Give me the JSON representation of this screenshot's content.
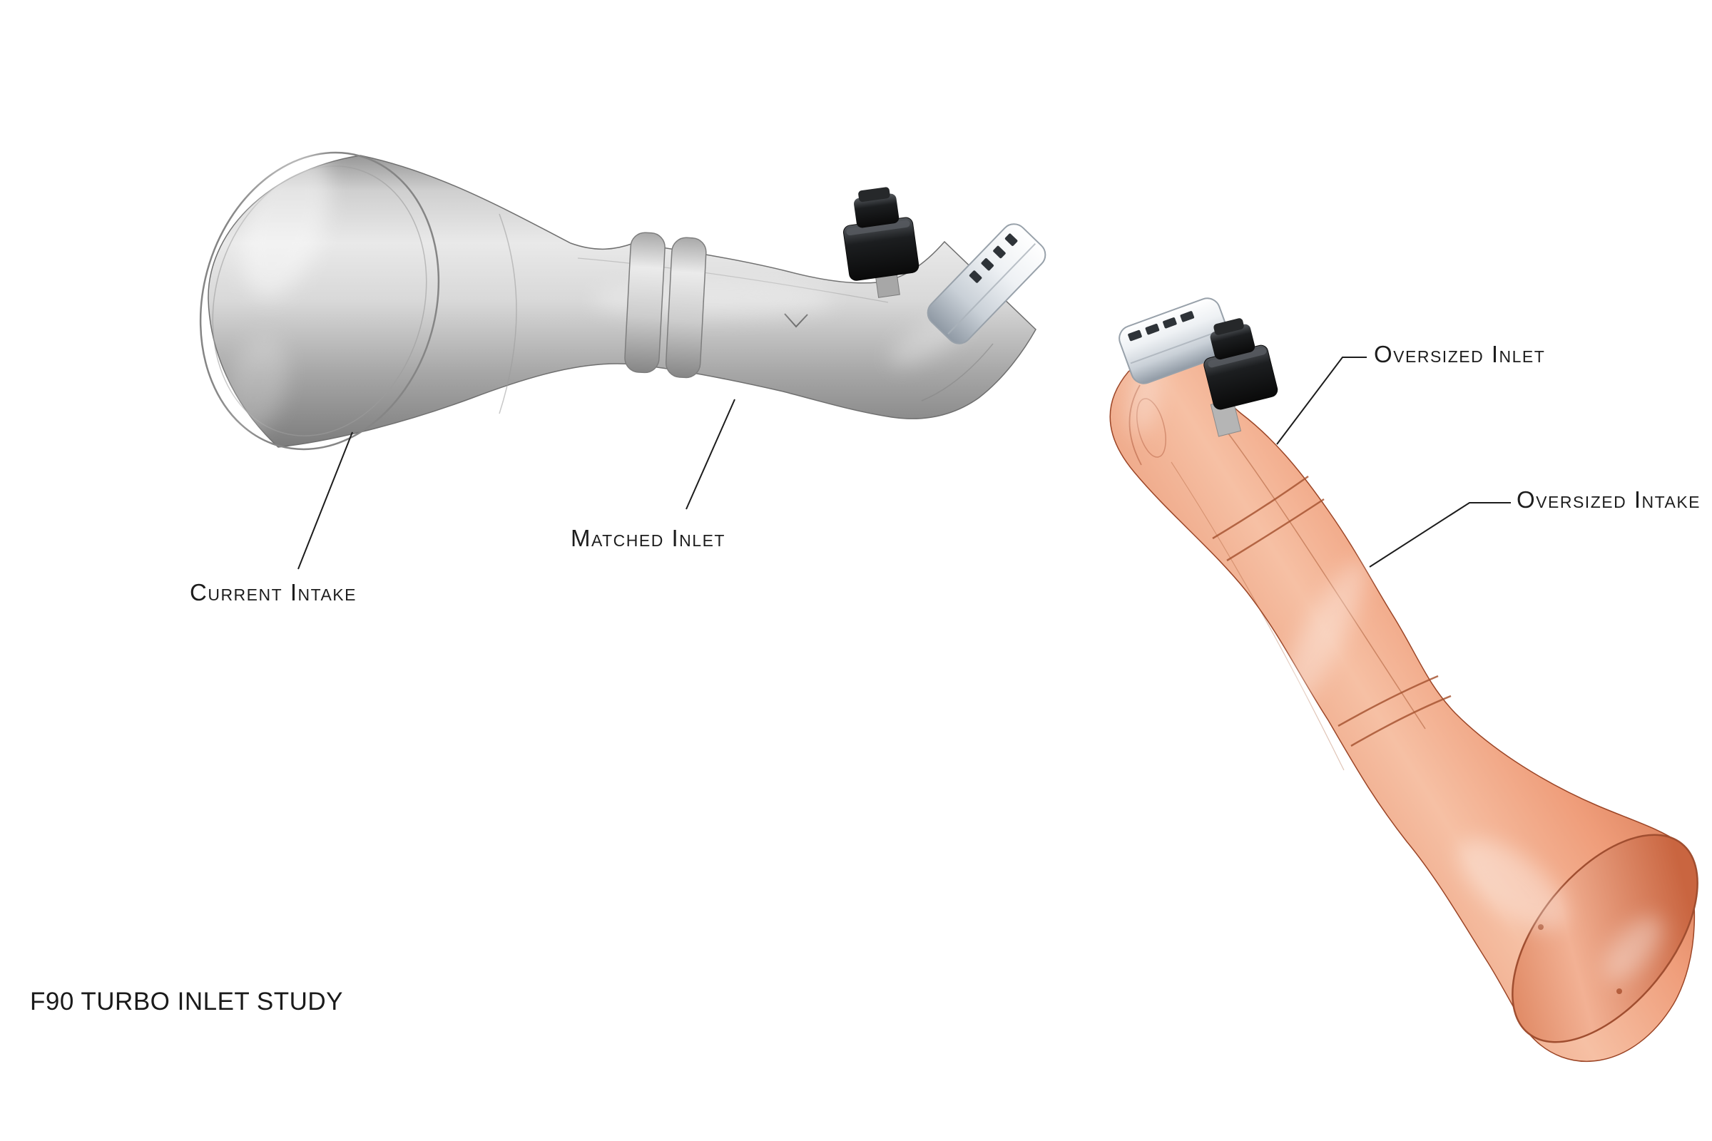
{
  "title": "F90 TURBO INLET STUDY",
  "annotations": {
    "current_intake": {
      "label": "Current Intake"
    },
    "matched_inlet": {
      "label": "Matched Inlet"
    },
    "oversized_inlet": {
      "label": "Oversized Inlet"
    },
    "oversized_intake": {
      "label": "Oversized Intake"
    }
  },
  "parts": {
    "current_intake_pipe": {
      "color": "#c2c2c2"
    },
    "oversized_intake_pipe": {
      "color": "#e68a66"
    },
    "sensor_fitting": {
      "color": "#1c1e20"
    },
    "coupler_band": {
      "color": "#e2e7ec"
    }
  },
  "background": "#ffffff",
  "line_color": "#1c1c1c"
}
